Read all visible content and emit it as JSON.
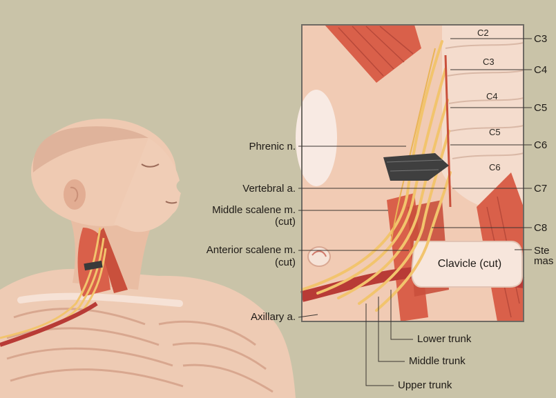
{
  "colors": {
    "background": "#c9c3a8",
    "panel_border": "#6e6a63",
    "nerve": "#f2c46d",
    "muscle": "#d9604a",
    "artery": "#b83b36",
    "bone": "#f4dccd",
    "skin": "#edc3ab"
  },
  "labels": {
    "phrenic": "Phrenic n.",
    "vertebral": "Vertebral a.",
    "middle_scalene_1": "Middle scalene m.",
    "middle_scalene_2": "(cut)",
    "anterior_scalene_1": "Anterior scalene m.",
    "anterior_scalene_2": "(cut)",
    "axillary": "Axillary a.",
    "lower_trunk": "Lower trunk",
    "middle_trunk": "Middle trunk",
    "upper_trunk": "Upper trunk",
    "clavicle": "Clavicle (cut)",
    "sterno_1": "Ste",
    "sterno_2": "mas"
  },
  "vertebrae": [
    "C2",
    "C3",
    "C4",
    "C5",
    "C6"
  ],
  "roots": [
    "C3",
    "C4",
    "C5",
    "C6",
    "C7",
    "C8"
  ]
}
